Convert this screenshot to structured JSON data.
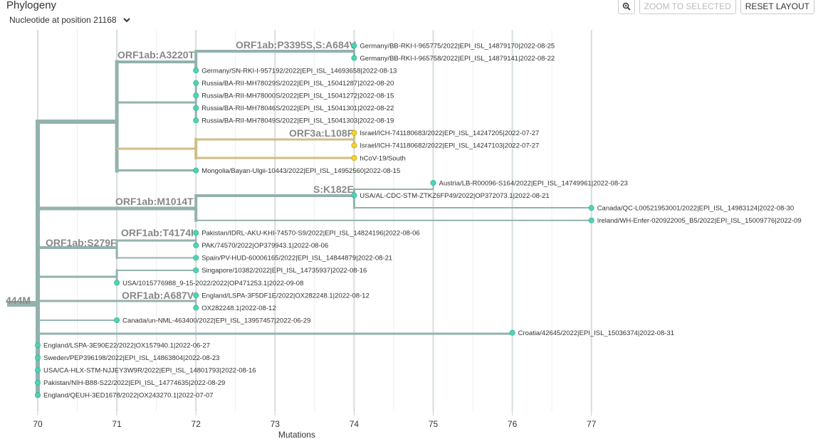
{
  "title": "Phylogeny",
  "color_by": "Nucleotide at position 21168",
  "toolbar": {
    "zoom_to_selected": "ZOOM TO SELECTED",
    "reset_layout": "RESET LAYOUT"
  },
  "icons": {
    "zoom": "magnifier-icon",
    "dropdown": "chevron-down-icon"
  },
  "colors": {
    "branch": "#93b2ae",
    "highlight_branch": "#d2bc86",
    "tip": "#4fd5b5",
    "highlight_tip": "#f2d333",
    "grid": "#eeeeee",
    "axis": "#d9e2e0"
  },
  "axis": {
    "title": "Mutations",
    "range": [
      70,
      77
    ],
    "ticks": [
      "70",
      "71",
      "72",
      "73",
      "74",
      "75",
      "76",
      "77"
    ]
  },
  "mutation_labels": {
    "root": "444M",
    "m1": "ORF1ab:A3220T",
    "m2": "ORF1ab:P3395S,S:A684V",
    "m3": "ORF3a:L108F",
    "m4": "ORF1ab:M1014T",
    "m5": "S:K182E",
    "m6": "ORF1ab:S279F",
    "m7": "ORF1ab:T4174I",
    "m8": "ORF1ab:A687V"
  },
  "tips": [
    {
      "label": "Germany/BB-RKI-I-965775/2022|EPI_ISL_14879170|2022-08-25",
      "mutations": 74,
      "highlight": false
    },
    {
      "label": "Germany/BB-RKI-I-965758/2022|EPI_ISL_14879141|2022-08-22",
      "mutations": 74,
      "highlight": false
    },
    {
      "label": "Germany/SN-RKI-I-957192/2022|EPI_ISL_14693658|2022-08-13",
      "mutations": 72,
      "highlight": false
    },
    {
      "label": "Russia/BA-RII-MH78029S/2022|EPI_ISL_15041287|2022-08-20",
      "mutations": 72,
      "highlight": false
    },
    {
      "label": "Russia/BA-RII-MH78000S/2022|EPI_ISL_15041272|2022-08-15",
      "mutations": 72,
      "highlight": false
    },
    {
      "label": "Russia/BA-RII-MH78046S/2022|EPI_ISL_15041301|2022-08-22",
      "mutations": 72,
      "highlight": false
    },
    {
      "label": "Russia/BA-RII-MH78049S/2022|EPI_ISL_15041303|2022-08-19",
      "mutations": 72,
      "highlight": false
    },
    {
      "label": "Israel/ICH-741180683/2022|EPI_ISL_14247205|2022-07-27",
      "mutations": 74,
      "highlight": true
    },
    {
      "label": "Israel/ICH-741180682/2022|EPI_ISL_14247103|2022-07-27",
      "mutations": 74,
      "highlight": true
    },
    {
      "label": "hCoV-19/South",
      "mutations": 74,
      "highlight": true
    },
    {
      "label": "Mongolia/Bayan-Ulgii-10443/2022|EPI_ISL_14952560|2022-08-15",
      "mutations": 72,
      "highlight": false
    },
    {
      "label": "Austria/LB-R00096-S164/2022|EPI_ISL_14749961|2022-08-23",
      "mutations": 75,
      "highlight": false
    },
    {
      "label": "USA/AL-CDC-STM-ZTKZ6FP49/2022|OP372073.1|2022-08-21",
      "mutations": 74,
      "highlight": false
    },
    {
      "label": "Canada/QC-L00521953001/2022|EPI_ISL_14983124|2022-08-30",
      "mutations": 77,
      "highlight": false
    },
    {
      "label": "Ireland/WH-Enfer-020922005_B5/2022|EPI_ISL_15009776|2022-09",
      "mutations": 77,
      "highlight": false
    },
    {
      "label": "Pakistan/IDRL-AKU-KHI-74570-S9/2022|EPI_ISL_14824196|2022-08-06",
      "mutations": 72,
      "highlight": false
    },
    {
      "label": "PAK/74570/2022|OP379943.1|2022-08-06",
      "mutations": 72,
      "highlight": false
    },
    {
      "label": "Spain/PV-HUD-60006165/2022|EPI_ISL_14844879|2022-08-21",
      "mutations": 72,
      "highlight": false
    },
    {
      "label": "Singapore/10382/2022|EPI_ISL_14735937|2022-08-16",
      "mutations": 72,
      "highlight": false
    },
    {
      "label": "USA/1015776988_9-15-2022/2022|OP471253.1|2022-09-08",
      "mutations": 71,
      "highlight": false
    },
    {
      "label": "England/LSPA-3F5DF1E/2022|OX282248.1|2022-08-12",
      "mutations": 72,
      "highlight": false
    },
    {
      "label": "OX282248.1|2022-08-12",
      "mutations": 72,
      "highlight": false
    },
    {
      "label": "Canada/un-NML-463400/2022|EPI_ISL_13957457|2022-06-29",
      "mutations": 71,
      "highlight": false
    },
    {
      "label": "Croatia/42645/2022|EPI_ISL_15036374|2022-08-31",
      "mutations": 76,
      "highlight": false
    },
    {
      "label": "England/LSPA-3E90E22/2022|OX157940.1|2022-06-27",
      "mutations": 70,
      "highlight": false
    },
    {
      "label": "Sweden/PEP396198/2022|EPI_ISL_14863804|2022-08-23",
      "mutations": 70,
      "highlight": false
    },
    {
      "label": "USA/CA-HLX-STM-NJJEY3W9R/2022|EPI_ISL_14801793|2022-08-16",
      "mutations": 70,
      "highlight": false
    },
    {
      "label": "Pakistan/NIH-B88-S22/2022|EPI_ISL_14774635|2022-08-29",
      "mutations": 70,
      "highlight": false
    },
    {
      "label": "England/QEUH-3ED1678/2022|OX243270.1|2022-07-07",
      "mutations": 70,
      "highlight": false
    }
  ]
}
